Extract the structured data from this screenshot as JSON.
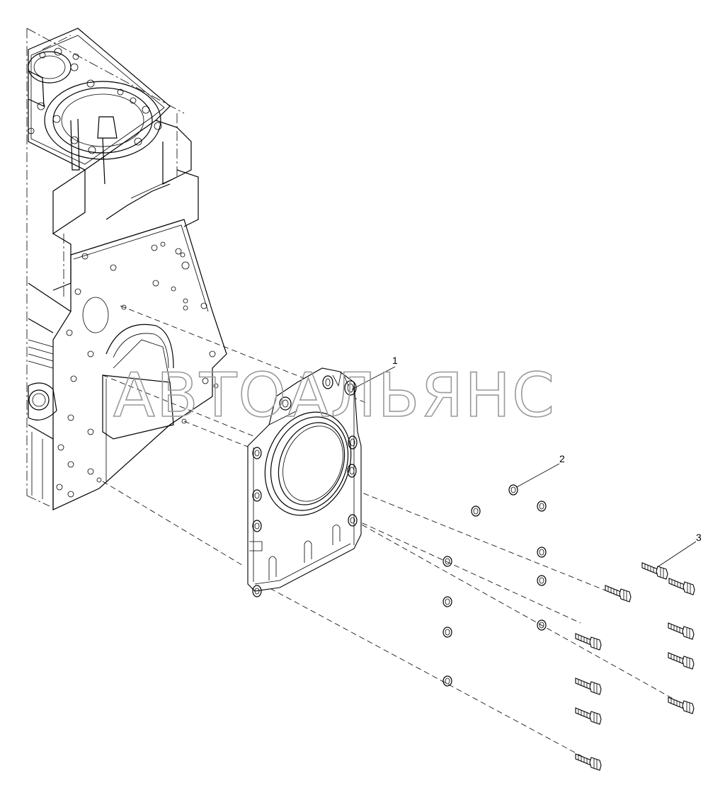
{
  "callouts": [
    {
      "id": "1",
      "label": "1"
    },
    {
      "id": "2",
      "label": "2"
    },
    {
      "id": "3",
      "label": "3"
    }
  ],
  "watermark": "АВТОАЛЬЯНС"
}
